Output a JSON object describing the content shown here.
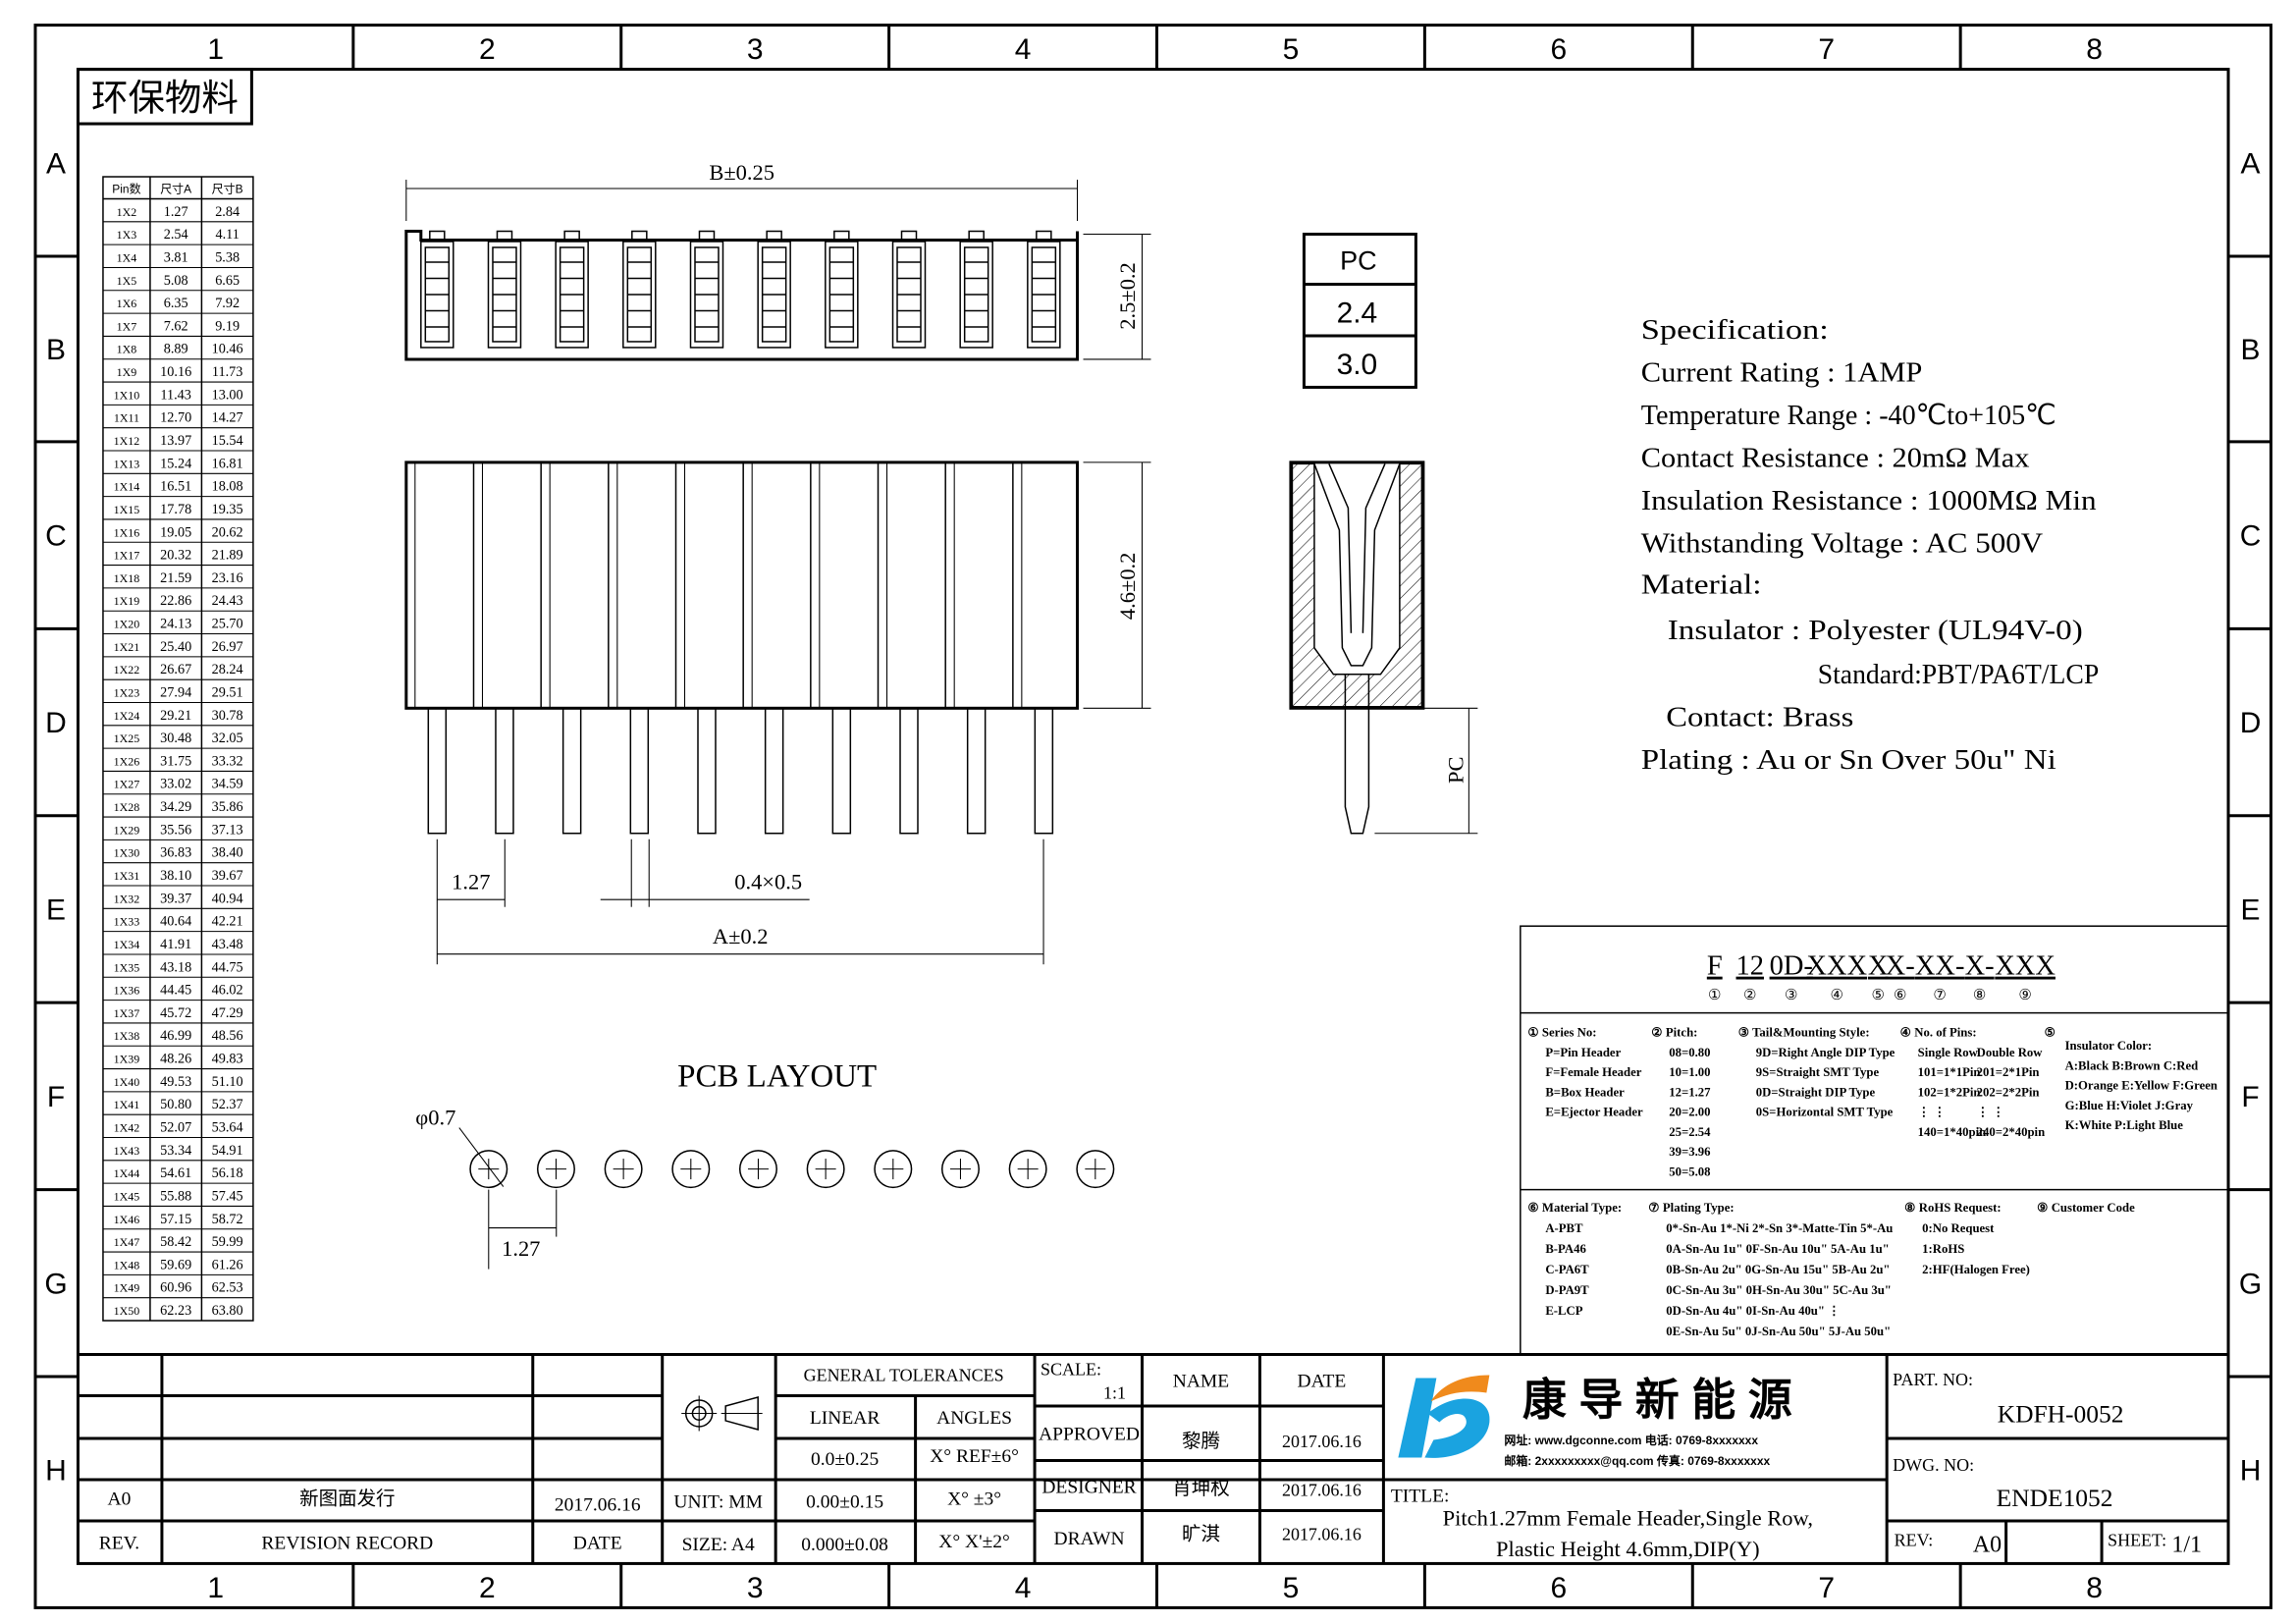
{
  "frame": {
    "columns": [
      "1",
      "2",
      "3",
      "4",
      "5",
      "6",
      "7",
      "8"
    ],
    "rows": [
      "A",
      "B",
      "C",
      "D",
      "E",
      "F",
      "G",
      "H"
    ]
  },
  "eco_label": "环保物料",
  "pin_table": {
    "headers": [
      "Pin数",
      "尺寸A",
      "尺寸B"
    ],
    "rows": [
      [
        "1X2",
        "1.27",
        "2.84"
      ],
      [
        "1X3",
        "2.54",
        "4.11"
      ],
      [
        "1X4",
        "3.81",
        "5.38"
      ],
      [
        "1X5",
        "5.08",
        "6.65"
      ],
      [
        "1X6",
        "6.35",
        "7.92"
      ],
      [
        "1X7",
        "7.62",
        "9.19"
      ],
      [
        "1X8",
        "8.89",
        "10.46"
      ],
      [
        "1X9",
        "10.16",
        "11.73"
      ],
      [
        "1X10",
        "11.43",
        "13.00"
      ],
      [
        "1X11",
        "12.70",
        "14.27"
      ],
      [
        "1X12",
        "13.97",
        "15.54"
      ],
      [
        "1X13",
        "15.24",
        "16.81"
      ],
      [
        "1X14",
        "16.51",
        "18.08"
      ],
      [
        "1X15",
        "17.78",
        "19.35"
      ],
      [
        "1X16",
        "19.05",
        "20.62"
      ],
      [
        "1X17",
        "20.32",
        "21.89"
      ],
      [
        "1X18",
        "21.59",
        "23.16"
      ],
      [
        "1X19",
        "22.86",
        "24.43"
      ],
      [
        "1X20",
        "24.13",
        "25.70"
      ],
      [
        "1X21",
        "25.40",
        "26.97"
      ],
      [
        "1X22",
        "26.67",
        "28.24"
      ],
      [
        "1X23",
        "27.94",
        "29.51"
      ],
      [
        "1X24",
        "29.21",
        "30.78"
      ],
      [
        "1X25",
        "30.48",
        "32.05"
      ],
      [
        "1X26",
        "31.75",
        "33.32"
      ],
      [
        "1X27",
        "33.02",
        "34.59"
      ],
      [
        "1X28",
        "34.29",
        "35.86"
      ],
      [
        "1X29",
        "35.56",
        "37.13"
      ],
      [
        "1X30",
        "36.83",
        "38.40"
      ],
      [
        "1X31",
        "38.10",
        "39.67"
      ],
      [
        "1X32",
        "39.37",
        "40.94"
      ],
      [
        "1X33",
        "40.64",
        "42.21"
      ],
      [
        "1X34",
        "41.91",
        "43.48"
      ],
      [
        "1X35",
        "43.18",
        "44.75"
      ],
      [
        "1X36",
        "44.45",
        "46.02"
      ],
      [
        "1X37",
        "45.72",
        "47.29"
      ],
      [
        "1X38",
        "46.99",
        "48.56"
      ],
      [
        "1X39",
        "48.26",
        "49.83"
      ],
      [
        "1X40",
        "49.53",
        "51.10"
      ],
      [
        "1X41",
        "50.80",
        "52.37"
      ],
      [
        "1X42",
        "52.07",
        "53.64"
      ],
      [
        "1X43",
        "53.34",
        "54.91"
      ],
      [
        "1X44",
        "54.61",
        "56.18"
      ],
      [
        "1X45",
        "55.88",
        "57.45"
      ],
      [
        "1X46",
        "57.15",
        "58.72"
      ],
      [
        "1X47",
        "58.42",
        "59.99"
      ],
      [
        "1X48",
        "59.69",
        "61.26"
      ],
      [
        "1X49",
        "60.96",
        "62.53"
      ],
      [
        "1X50",
        "62.23",
        "63.80"
      ]
    ]
  },
  "dimensions": {
    "top_width": "B±0.25",
    "top_height": "2.5±0.2",
    "front_height": "4.6±0.2",
    "pitch": "1.27",
    "pin_section": "0.4×0.5",
    "pin_span": "A±0.2",
    "side_pc": "PC",
    "pcb_hole": "φ0.7",
    "pcb_pitch": "1.27"
  },
  "pc_table": [
    "PC",
    "2.4",
    "3.0"
  ],
  "pcb_layout_title": "PCB LAYOUT",
  "specification": [
    "Specification:",
    "Current Rating : 1AMP",
    "Temperature Range : -40℃to+105℃",
    "Contact Resistance : 20mΩ Max",
    "Insulation Resistance : 1000MΩ Min",
    "Withstanding Voltage : AC 500V",
    "Material:",
    "Insulator : Polyester (UL94V-0)",
    "Standard:PBT/PA6T/LCP",
    "Contact: Brass",
    "Plating : Au or Sn Over 50u\" Ni"
  ],
  "part_code": {
    "segments": [
      "F",
      "12",
      "0D-",
      "XXX",
      "X",
      "X-",
      "XX-",
      "X-",
      "XXX"
    ],
    "markers": [
      "①",
      "②",
      "③",
      "④",
      "⑤",
      "⑥",
      "⑦",
      "⑧",
      "⑨"
    ]
  },
  "legend_top": [
    {
      "lines": [
        "① Series No:",
        "P=Pin Header",
        "F=Female Header",
        "B=Box Header",
        "E=Ejector Header"
      ]
    },
    {
      "lines": [
        "② Pitch:",
        "08=0.80",
        "10=1.00",
        "12=1.27",
        "20=2.00",
        "25=2.54",
        "39=3.96",
        "50=5.08"
      ]
    },
    {
      "lines": [
        "③ Tail&Mounting Style:",
        "9D=Right Angle DIP Type",
        "9S=Straight SMT Type",
        "0D=Straight DIP Type",
        "0S=Horizontal SMT Type"
      ]
    },
    {
      "lines": [
        "④ No. of Pins:",
        "Single Row",
        "101=1*1Pin",
        "102=1*2Pin",
        "⋮  ⋮",
        "140=1*40pin"
      ]
    },
    {
      "lines": [
        "",
        "Double Row",
        "201=2*1Pin",
        "202=2*2Pin",
        "⋮  ⋮",
        "240=2*40pin"
      ]
    },
    {
      "lines": [
        "⑤",
        "Insulator Color:",
        "A:Black  B:Brown  C:Red",
        "D:Orange E:Yellow F:Green",
        "G:Blue   H:Violet J:Gray",
        "K:White  P:Light Blue"
      ]
    }
  ],
  "legend_bottom": [
    {
      "lines": [
        "⑥ Material Type:",
        "A-PBT",
        "B-PA46",
        "C-PA6T",
        "D-PA9T",
        "E-LCP"
      ]
    },
    {
      "lines": [
        "⑦ Plating Type:",
        "0*-Sn-Au 1*-Ni 2*-Sn 3*-Matte-Tin 5*-Au",
        "0A-Sn-Au 1u\" 0F-Sn-Au 10u\"  5A-Au 1u\"",
        "0B-Sn-Au 2u\" 0G-Sn-Au 15u\"  5B-Au 2u\"",
        "0C-Sn-Au 3u\" 0H-Sn-Au 30u\"  5C-Au 3u\"",
        "0D-Sn-Au 4u\" 0I-Sn-Au 40u\"     ⋮",
        "0E-Sn-Au 5u\" 0J-Sn-Au 50u\"  5J-Au 50u\""
      ]
    },
    {
      "lines": [
        "⑧ RoHS Request:",
        "0:No Request",
        "1:RoHS",
        "2:HF(Halogen Free)"
      ]
    },
    {
      "lines": [
        "⑨ Customer Code"
      ]
    }
  ],
  "title_block": {
    "revision": {
      "rev": "A0",
      "record": "新图面发行",
      "date": "2017.06.16",
      "rev_header": "REV.",
      "record_header": "REVISION RECORD",
      "date_header": "DATE"
    },
    "unit": "UNIT: MM",
    "size": "SIZE: A4",
    "tolerances": {
      "title": "GENERAL TOLERANCES",
      "linear_header": "LINEAR",
      "angles_header": "ANGLES",
      "linear": [
        "0.0±0.25",
        "0.00±0.15",
        "0.000±0.08"
      ],
      "angles": [
        "X° REF±6°",
        "X°  ±3°",
        "X° X'±2°"
      ]
    },
    "scale_label": "SCALE:",
    "scale_value": "1:1",
    "name_header": "NAME",
    "date_header": "DATE",
    "signoffs": [
      {
        "role": "APPROVED",
        "name": "黎腾",
        "date": "2017.06.16"
      },
      {
        "role": "DESIGNER",
        "name": "肖坤权",
        "date": "2017.06.16"
      },
      {
        "role": "DRAWN",
        "name": "旷淇",
        "date": "2017.06.16"
      }
    ],
    "company": "康 导 新 能 源",
    "company_contact": [
      "网址: www.dgconne.com   电话: 0769-8xxxxxxx",
      "邮箱: 2xxxxxxxxx@qq.com  传真: 0769-8xxxxxxx"
    ],
    "title_label": "TITLE:",
    "title_lines": [
      "Pitch1.27mm Female Header,Single Row,",
      "Plastic Height 4.6mm,DIP(Y)"
    ],
    "part_no_label": "PART. NO:",
    "part_no": "KDFH-0052",
    "dwg_no_label": "DWG. NO:",
    "dwg_no": "ENDE1052",
    "rev_label": "REV:",
    "rev_value": "A0",
    "sheet_label": "SHEET:",
    "sheet_value": "1/1"
  },
  "colors": {
    "logo_blue": "#1aa3e0",
    "logo_orange": "#f08a1c"
  }
}
